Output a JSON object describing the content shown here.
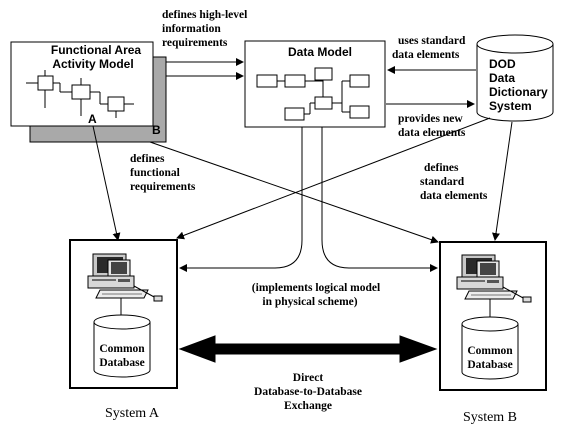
{
  "functional_model": {
    "title_line1": "Functional Area",
    "title_line2": "Activity Model",
    "label_a": "A",
    "label_b": "B"
  },
  "data_model": {
    "title": "Data Model"
  },
  "dod_dictionary": {
    "line1": "DOD",
    "line2": "Data",
    "line3": "Dictionary",
    "line4": "System"
  },
  "labels": {
    "high_level_1": "defines high-level",
    "high_level_2": "information",
    "high_level_3": "requirements",
    "uses_standard_1": "uses standard",
    "uses_standard_2": "data elements",
    "provides_new_1": "provides new",
    "provides_new_2": "data elements",
    "functional_req_1": "defines",
    "functional_req_2": "functional",
    "functional_req_3": "requirements",
    "standard_elements_1": "defines",
    "standard_elements_2": "standard",
    "standard_elements_3": "data elements",
    "implements_1": "(implements logical model",
    "implements_2": "in physical scheme)",
    "exchange_1": "Direct",
    "exchange_2": "Database-to-Database",
    "exchange_3": "Exchange"
  },
  "system_a": {
    "db_line1": "Common",
    "db_line2": "Database",
    "caption": "System A"
  },
  "system_b": {
    "db_line1": "Common",
    "db_line2": "Database",
    "caption": "System B"
  }
}
